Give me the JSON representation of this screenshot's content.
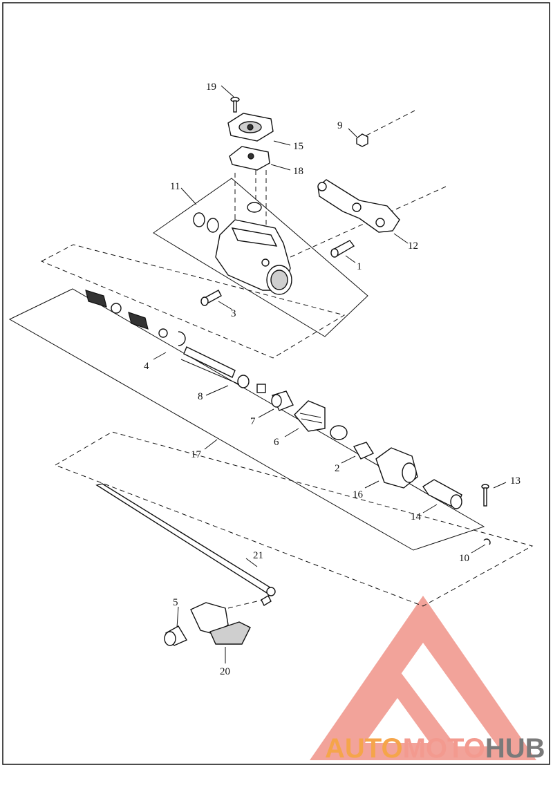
{
  "diagram": {
    "callouts": [
      "1",
      "2",
      "3",
      "4",
      "5",
      "6",
      "7",
      "8",
      "9",
      "10",
      "11",
      "12",
      "13",
      "14",
      "15",
      "16",
      "17",
      "18",
      "19",
      "20",
      "21"
    ]
  },
  "watermark": {
    "auto": "AUTO",
    "moto": "MOTO",
    "hub": "HUB",
    "colors": {
      "auto": "#f5a54a",
      "moto": "#f39a8f",
      "hub": "#7a7a7a",
      "logo": "#f2a39a"
    }
  }
}
